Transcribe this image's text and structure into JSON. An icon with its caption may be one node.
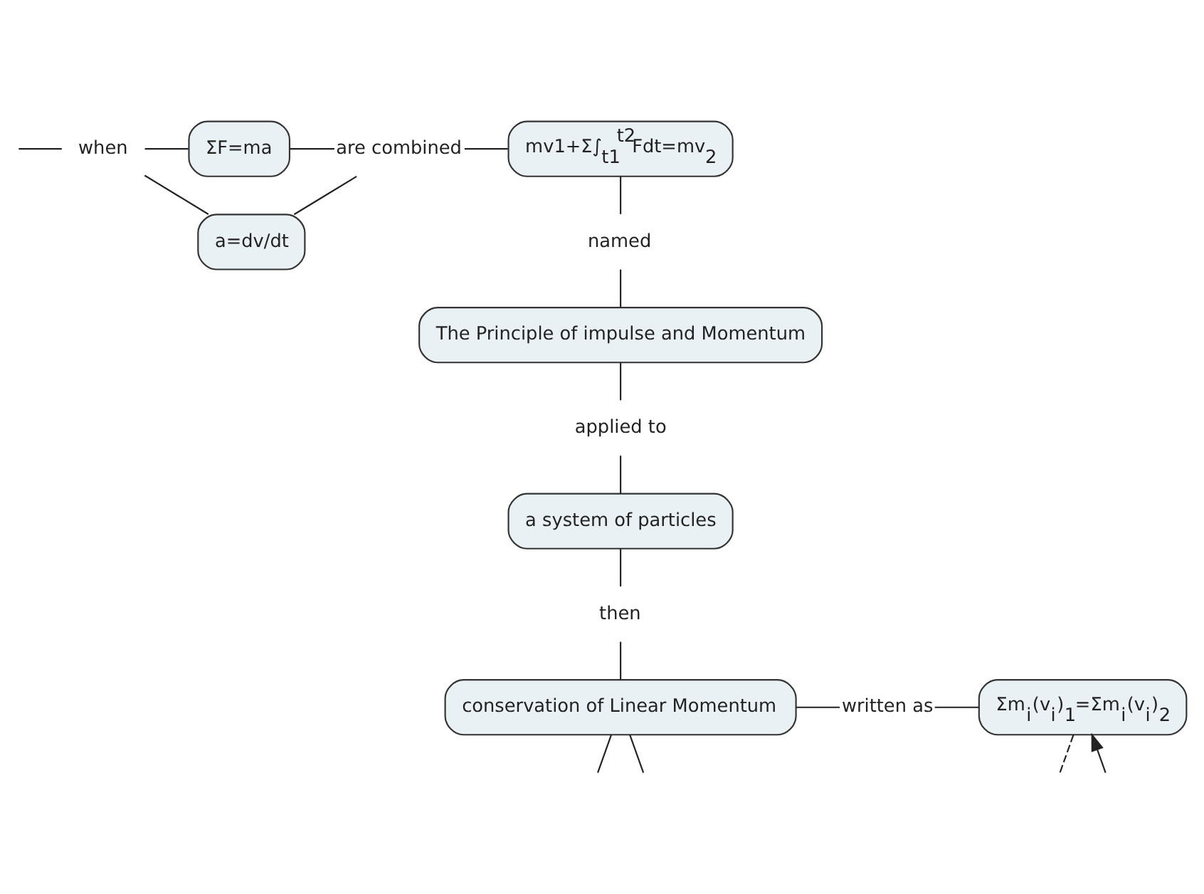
{
  "diagram": {
    "nodes": [
      {
        "text": [
          "when"
        ]
      },
      {
        "text": [
          "ΣF=ma"
        ]
      },
      {
        "text": [
          "a=dv/dt"
        ]
      },
      {
        "text": [
          "are combined"
        ]
      },
      {
        "text": [
          "mv1+Σ∫$_{t1}$$^{t2}$Fdt=mv$_{2}$"
        ]
      },
      {
        "text": [
          "named"
        ]
      },
      {
        "text": [
          "The Principle of impulse and Momentum"
        ]
      },
      {
        "text": [
          "applied to"
        ]
      },
      {
        "text": [
          "a system of particles"
        ]
      },
      {
        "text": [
          "then"
        ]
      },
      {
        "text": [
          "conservation of Linear Momentum"
        ]
      },
      {
        "text": [
          "written as"
        ]
      },
      {
        "text": [
          "Σm$_{i}$(v$_{i}$)$_{1}$=Σm$_{i}$(v$_{i}$)$_{2}$"
        ]
      }
    ],
    "edges": [
      {
        "from": null,
        "to": 0,
        "arrow": "none"
      },
      {
        "from": 0,
        "to": 1,
        "arrow": "none"
      },
      {
        "from": 0,
        "to": 2,
        "arrow": "none"
      },
      {
        "from": 1,
        "to": 3,
        "arrow": "none"
      },
      {
        "from": 2,
        "to": 3,
        "arrow": "none"
      },
      {
        "from": 3,
        "to": 4,
        "arrow": "none"
      },
      {
        "from": 4,
        "to": 5,
        "arrow": "none"
      },
      {
        "from": 5,
        "to": 6,
        "arrow": "none"
      },
      {
        "from": 6,
        "to": 7,
        "arrow": "none"
      },
      {
        "from": 7,
        "to": 8,
        "arrow": "none"
      },
      {
        "from": 8,
        "to": 9,
        "arrow": "none"
      },
      {
        "from": 9,
        "to": 10,
        "arrow": "none"
      },
      {
        "from": 10,
        "to": 11,
        "arrow": "none"
      },
      {
        "from": 11,
        "to": 12,
        "arrow": "none"
      },
      {
        "from": 12,
        "to": null,
        "arrow": "none",
        "style": "dashed"
      },
      {
        "from": null,
        "to": 12,
        "arrow": "to"
      },
      {
        "from": 10,
        "to": null,
        "arrow": "none"
      },
      {
        "from": 10,
        "to": null,
        "arrow": "none"
      }
    ]
  }
}
